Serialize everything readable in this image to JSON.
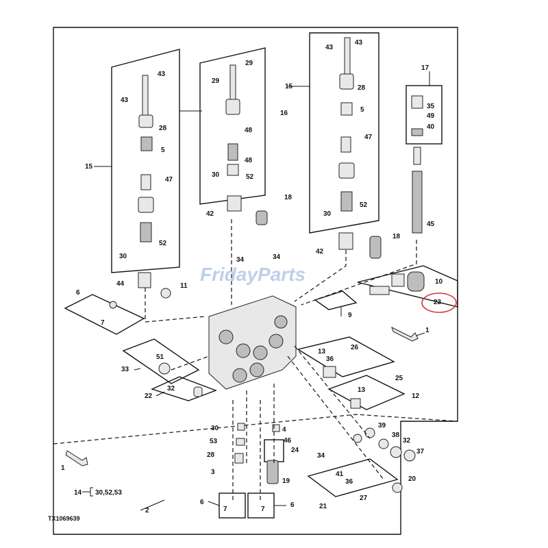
{
  "watermark": {
    "part1": "Friday",
    "part2": "Parts"
  },
  "reference_code": "TX1069639",
  "kit_label": {
    "num": "14",
    "items": "30,52,53"
  },
  "highlight_callout": "23",
  "callouts": [
    "43",
    "43",
    "28",
    "5",
    "47",
    "15",
    "52",
    "30",
    "44",
    "11",
    "29",
    "29",
    "16",
    "48",
    "48",
    "30",
    "52",
    "42",
    "18",
    "43",
    "43",
    "15",
    "28",
    "5",
    "47",
    "52",
    "30",
    "42",
    "18",
    "17",
    "35",
    "49",
    "40",
    "45",
    "34",
    "34",
    "6",
    "7",
    "9",
    "10",
    "23",
    "1",
    "33",
    "51",
    "22",
    "32",
    "13",
    "36",
    "26",
    "25",
    "13",
    "12",
    "30",
    "53",
    "28",
    "3",
    "4",
    "46",
    "24",
    "34",
    "19",
    "39",
    "38",
    "32",
    "37",
    "20",
    "41",
    "36",
    "27",
    "21",
    "1",
    "6",
    "7",
    "7",
    "6",
    "2"
  ],
  "colors": {
    "line": "#111111",
    "highlight": "#d8343a",
    "watermark": "#9cb8dc"
  }
}
